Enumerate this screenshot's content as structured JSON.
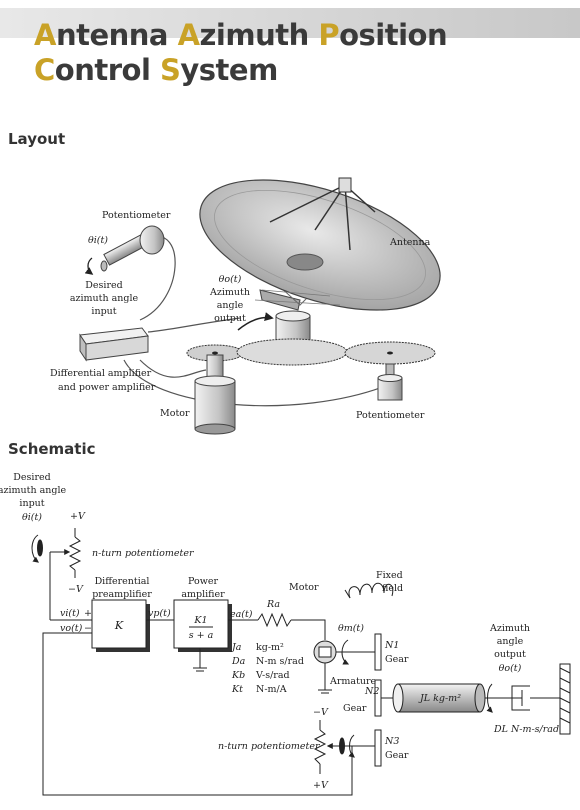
{
  "header": {
    "title_line1": {
      "c1": "A",
      "r1": "ntenna ",
      "c2": "A",
      "r2": "zimuth ",
      "c3": "P",
      "r3": "osition"
    },
    "title_line2": {
      "c1": "C",
      "r1": "ontrol ",
      "c2": "S",
      "r2": "ystem"
    }
  },
  "sections": {
    "layout": "Layout",
    "schematic": "Schematic"
  },
  "layout": {
    "potentiometer_top": "Potentiometer",
    "theta_i": "θi(t)",
    "desired_input": [
      "Desired",
      "azimuth angle",
      "input"
    ],
    "theta_o": "θo(t)",
    "azimuth_output": [
      "Azimuth",
      "angle",
      "output"
    ],
    "antenna": "Antenna",
    "amp": [
      "Differential amplifier",
      "and power amplifier"
    ],
    "motor": "Motor",
    "potentiometer_bottom": "Potentiometer"
  },
  "schematic": {
    "desired_input": [
      "Desired",
      "azimuth angle",
      "input"
    ],
    "theta_i": "θi(t)",
    "plus_v_top": "+V",
    "minus_v_top": "−V",
    "nturn_top": "n-turn potentiometer",
    "preamp_label": [
      "Differential",
      "preamplifier"
    ],
    "vi": "vi(t)",
    "vo": "vo(t)",
    "plus_sign": "+",
    "minus_sign": "−",
    "k_gain": "K",
    "vp": "vp(t)",
    "power_amp_label": [
      "Power",
      "amplifier"
    ],
    "k1_num": "K1",
    "k1_den": "s + a",
    "ea": "ea(t)",
    "motor": "Motor",
    "ra": "Ra",
    "fixed_field": [
      "Fixed",
      "field"
    ],
    "theta_m": "θm(t)",
    "motor_params": [
      {
        "sym": "Ja",
        "unit": "kg-m²"
      },
      {
        "sym": "Da",
        "unit": "N-m s/rad"
      },
      {
        "sym": "Kb",
        "unit": "V-s/rad"
      },
      {
        "sym": "Kt",
        "unit": "N-m/A"
      }
    ],
    "n1": "N1",
    "gear": "Gear",
    "armature": "Armature",
    "n2": "N2",
    "load": "JL  kg-m²",
    "azimuth_output": [
      "Azimuth",
      "angle",
      "output"
    ],
    "theta_o": "θo(t)",
    "dl": "DL N-m-s/rad",
    "minus_v_bottom": "−V",
    "nturn_bottom": "n-turn potentiometer",
    "n3": "N3",
    "plus_v_bottom": "+V"
  }
}
